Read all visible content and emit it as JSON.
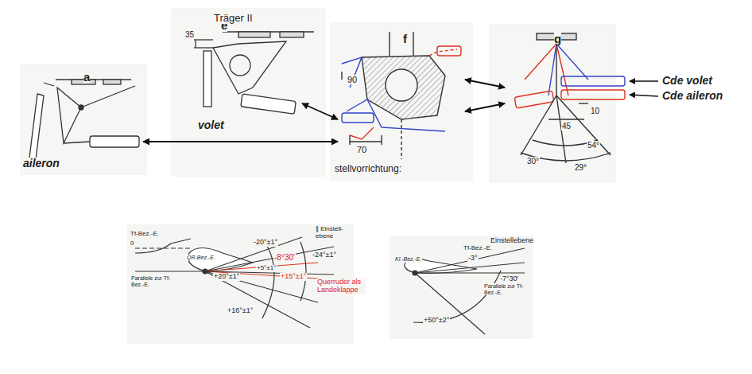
{
  "diagram": {
    "nodes": [
      {
        "text": [
          "a"
        ]
      },
      {
        "text": [
          "e"
        ]
      },
      {
        "text": [
          "f"
        ]
      },
      {
        "text": [
          "g"
        ]
      }
    ],
    "edges": [
      {
        "from": 0,
        "to": 2,
        "arrow": "both"
      },
      {
        "from": 1,
        "to": 2,
        "arrow": "both"
      },
      {
        "from": 2,
        "to": 3,
        "arrow": "both"
      },
      {
        "from": 2,
        "to": 3,
        "arrow": "both"
      }
    ],
    "labels": [
      "Träger II",
      "35",
      "volet",
      "aileron",
      "90",
      "70",
      "stellvorrichtung:",
      "Cde volet",
      "Cde aileron",
      "10",
      "45",
      "54°",
      "30°",
      "29°",
      "Tf-Bez.-E.",
      "0",
      "QR-Bez.-E.",
      "-20°±1°",
      "∥ Einstell- ebene",
      "-8°30'",
      "-24°±1°",
      "+20°±1°",
      "+5°±1°",
      "+15°±1°",
      "Querruder als Landeklappe",
      "Parallele zur Tf-Bez.-E.",
      "+16°±1°",
      "Tf-Bez.-E.",
      "-3°",
      "Kl.-Bez.-E.",
      "Einstellebene",
      "-7°30'",
      "Parallele zur Tf-Bez.-E.",
      "+50°±2°"
    ]
  }
}
